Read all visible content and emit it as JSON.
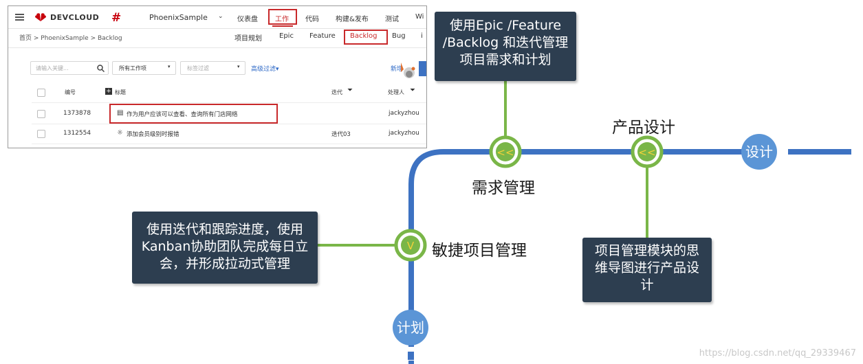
{
  "colors": {
    "track": "#3d72c2",
    "branch": "#7ab648",
    "station_fill": "#5b95d6",
    "callout_bg": "#2d3e50",
    "highlight": "#c8282a",
    "arrow": "#e2a033"
  },
  "screenshot": {
    "brand": "DEVCLOUD",
    "project": "PhoenixSample",
    "nav_items": [
      "仪表盘",
      "工作",
      "代码",
      "构建&发布",
      "测试",
      "Wi"
    ],
    "breadcrumb": "首页 > PhoenixSample > Backlog",
    "subnav_items": [
      "项目规划",
      "Epic",
      "Feature",
      "Backlog",
      "Bug",
      "i"
    ],
    "search_placeholder": "请输入关键...",
    "filter_all": "所有工作项",
    "filter_tag": "标签过滤",
    "advanced_filter": "高级过滤▾",
    "new_label": "新增",
    "columns": {
      "id": "编号",
      "title": "标题",
      "iteration": "迭代",
      "assignee": "处理人"
    },
    "rows": [
      {
        "id": "1373878",
        "title": "作为用户应该可以查看、查询所有门店网络",
        "iteration": "",
        "assignee": "jackyzhou"
      },
      {
        "id": "1312554",
        "title": "添加会员级别时报错",
        "iteration": "迭代03",
        "assignee": "jackyzhou"
      }
    ]
  },
  "diagram": {
    "callouts": {
      "top": "使用Epic /Feature /Backlog 和迭代管理项目需求和计划",
      "left": "使用迭代和跟踪进度，使用Kanban协助团队完成每日立会，并形成拉动式管理",
      "right": "项目管理模块的思维导图进行产品设计"
    },
    "nodes": {
      "requirements": "需求管理",
      "design": "产品设计",
      "agile": "敏捷项目管理"
    },
    "node_glyphs": {
      "left": "<<",
      "down": "V"
    },
    "stations": {
      "design": "设计",
      "plan": "计划"
    }
  },
  "watermark": "https://blog.csdn.net/qq_29339467"
}
